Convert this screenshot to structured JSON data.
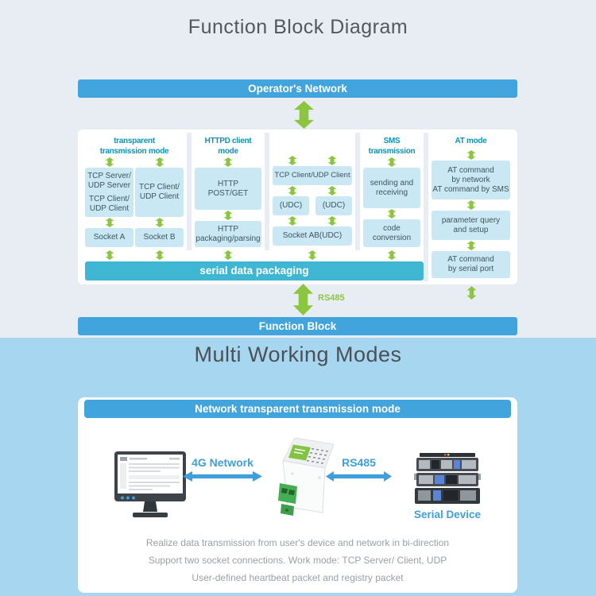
{
  "titles": {
    "main": "Function Block Diagram",
    "modes": "Multi Working Modes"
  },
  "fd": {
    "operator_bar": "Operator's Network",
    "function_bar": "Function Block",
    "serial_bar": "serial data packaging",
    "rs485": "RS485",
    "columns": {
      "c1": {
        "header_lines": [
          "transparent",
          "transmission mode"
        ],
        "left_lines": [
          "TCP Server/",
          "UDP Server",
          "TCP Client/",
          "UDP Client"
        ],
        "right_lines": [
          "TCP Client/",
          "UDP Client"
        ],
        "socket_a": "Socket A",
        "socket_b": "Socket B"
      },
      "c2": {
        "header": "HTTPD client mode",
        "box1_lines": [
          "HTTP",
          "POST/GET"
        ],
        "box2_lines": [
          "HTTP",
          "packaging/parsing"
        ]
      },
      "c3": {
        "box1": "TCP Client/UDP Client",
        "udc_left": "(UDC)",
        "udc_right": "(UDC)",
        "box2": "Socket AB(UDC)"
      },
      "c4": {
        "header_lines": [
          "SMS",
          "transmission"
        ],
        "box1_lines": [
          "sending and",
          "receiving"
        ],
        "box2_lines": [
          "code",
          "conversion"
        ]
      },
      "c5": {
        "header": "AT mode",
        "box1_lines": [
          "AT command",
          "by network",
          "AT command by SMS"
        ],
        "box2_lines": [
          "parameter query",
          "and setup"
        ],
        "box3_lines": [
          "AT command",
          "by serial port"
        ]
      }
    }
  },
  "wm": {
    "header": "Network transparent transmission mode",
    "network_label": "4G Network",
    "serial_label": "RS485",
    "device_label": "Serial Device",
    "desc": [
      "Realize data transmission from user's device and network in bi-direction",
      "Support two socket connections. Work mode:  TCP Server/ Client, UDP",
      "User-defined heartbeat packet and registry packet"
    ]
  },
  "colors": {
    "blue_bar": "#42a4dc",
    "teal_bar": "#3fb6d2",
    "box_fill": "#c9e8f3",
    "green_arrow": "#8cc63f",
    "teal_heading_text": "#0a93b5",
    "page_bg": "#e8edf4",
    "lower_bg": "#a7d6f0",
    "label_blue": "#3e9fda"
  }
}
